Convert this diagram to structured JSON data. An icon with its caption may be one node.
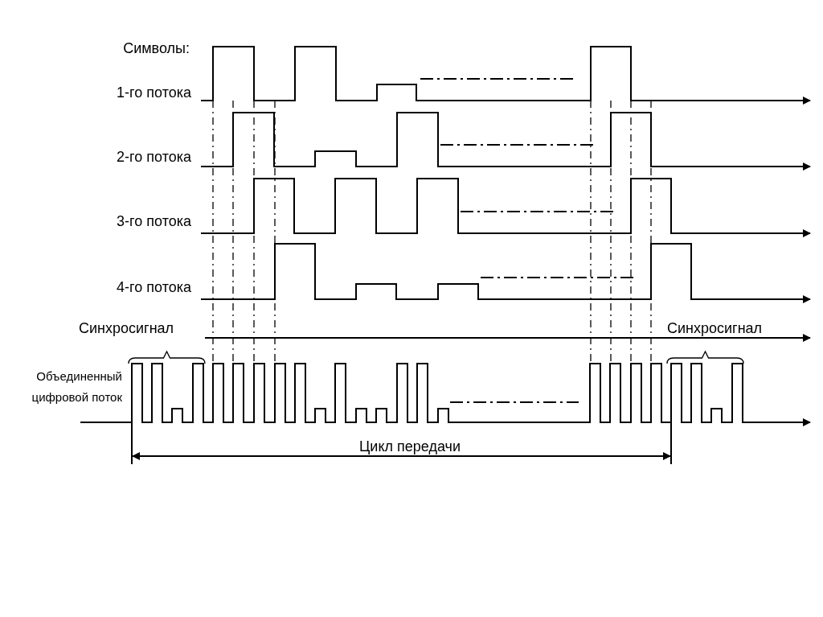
{
  "diagram": {
    "labels": [
      "Символы:",
      "1-го потока",
      "2-го потока",
      "3-го потока",
      "4-го потока",
      "Синхросигнал",
      "Синхросигнал",
      "Объединенный цифровой поток",
      "Цикл передачи"
    ]
  }
}
